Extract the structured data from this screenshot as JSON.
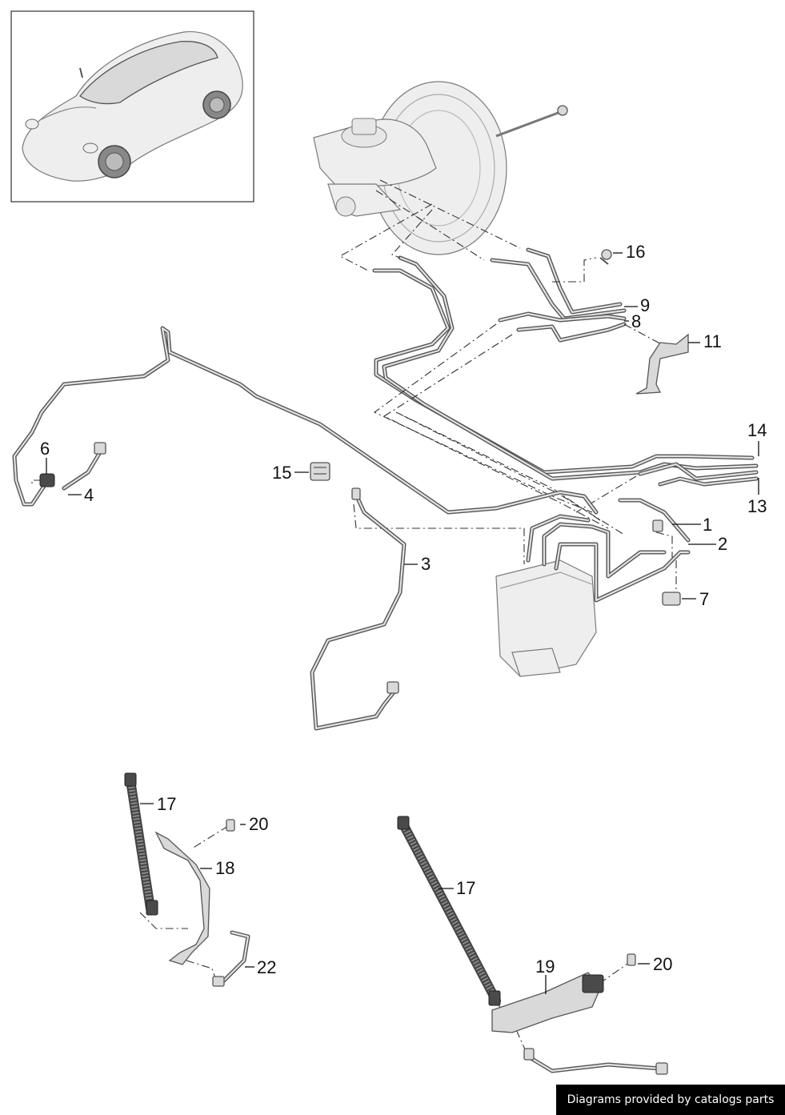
{
  "callouts": {
    "c1": "1",
    "c2": "2",
    "c3": "3",
    "c4": "4",
    "c6": "6",
    "c7": "7",
    "c8": "8",
    "c9": "9",
    "c11": "11",
    "c13": "13",
    "c14": "14",
    "c15": "15",
    "c16": "16",
    "c17a": "17",
    "c17b": "17",
    "c18": "18",
    "c19": "19",
    "c20a": "20",
    "c20b": "20",
    "c22": "22"
  },
  "footer": {
    "credit": "Diagrams provided by catalogs parts"
  },
  "colors": {
    "line": "#555555",
    "fill": "#d9d9d9",
    "footer_bg": "#000000",
    "footer_text": "#ffffff"
  }
}
